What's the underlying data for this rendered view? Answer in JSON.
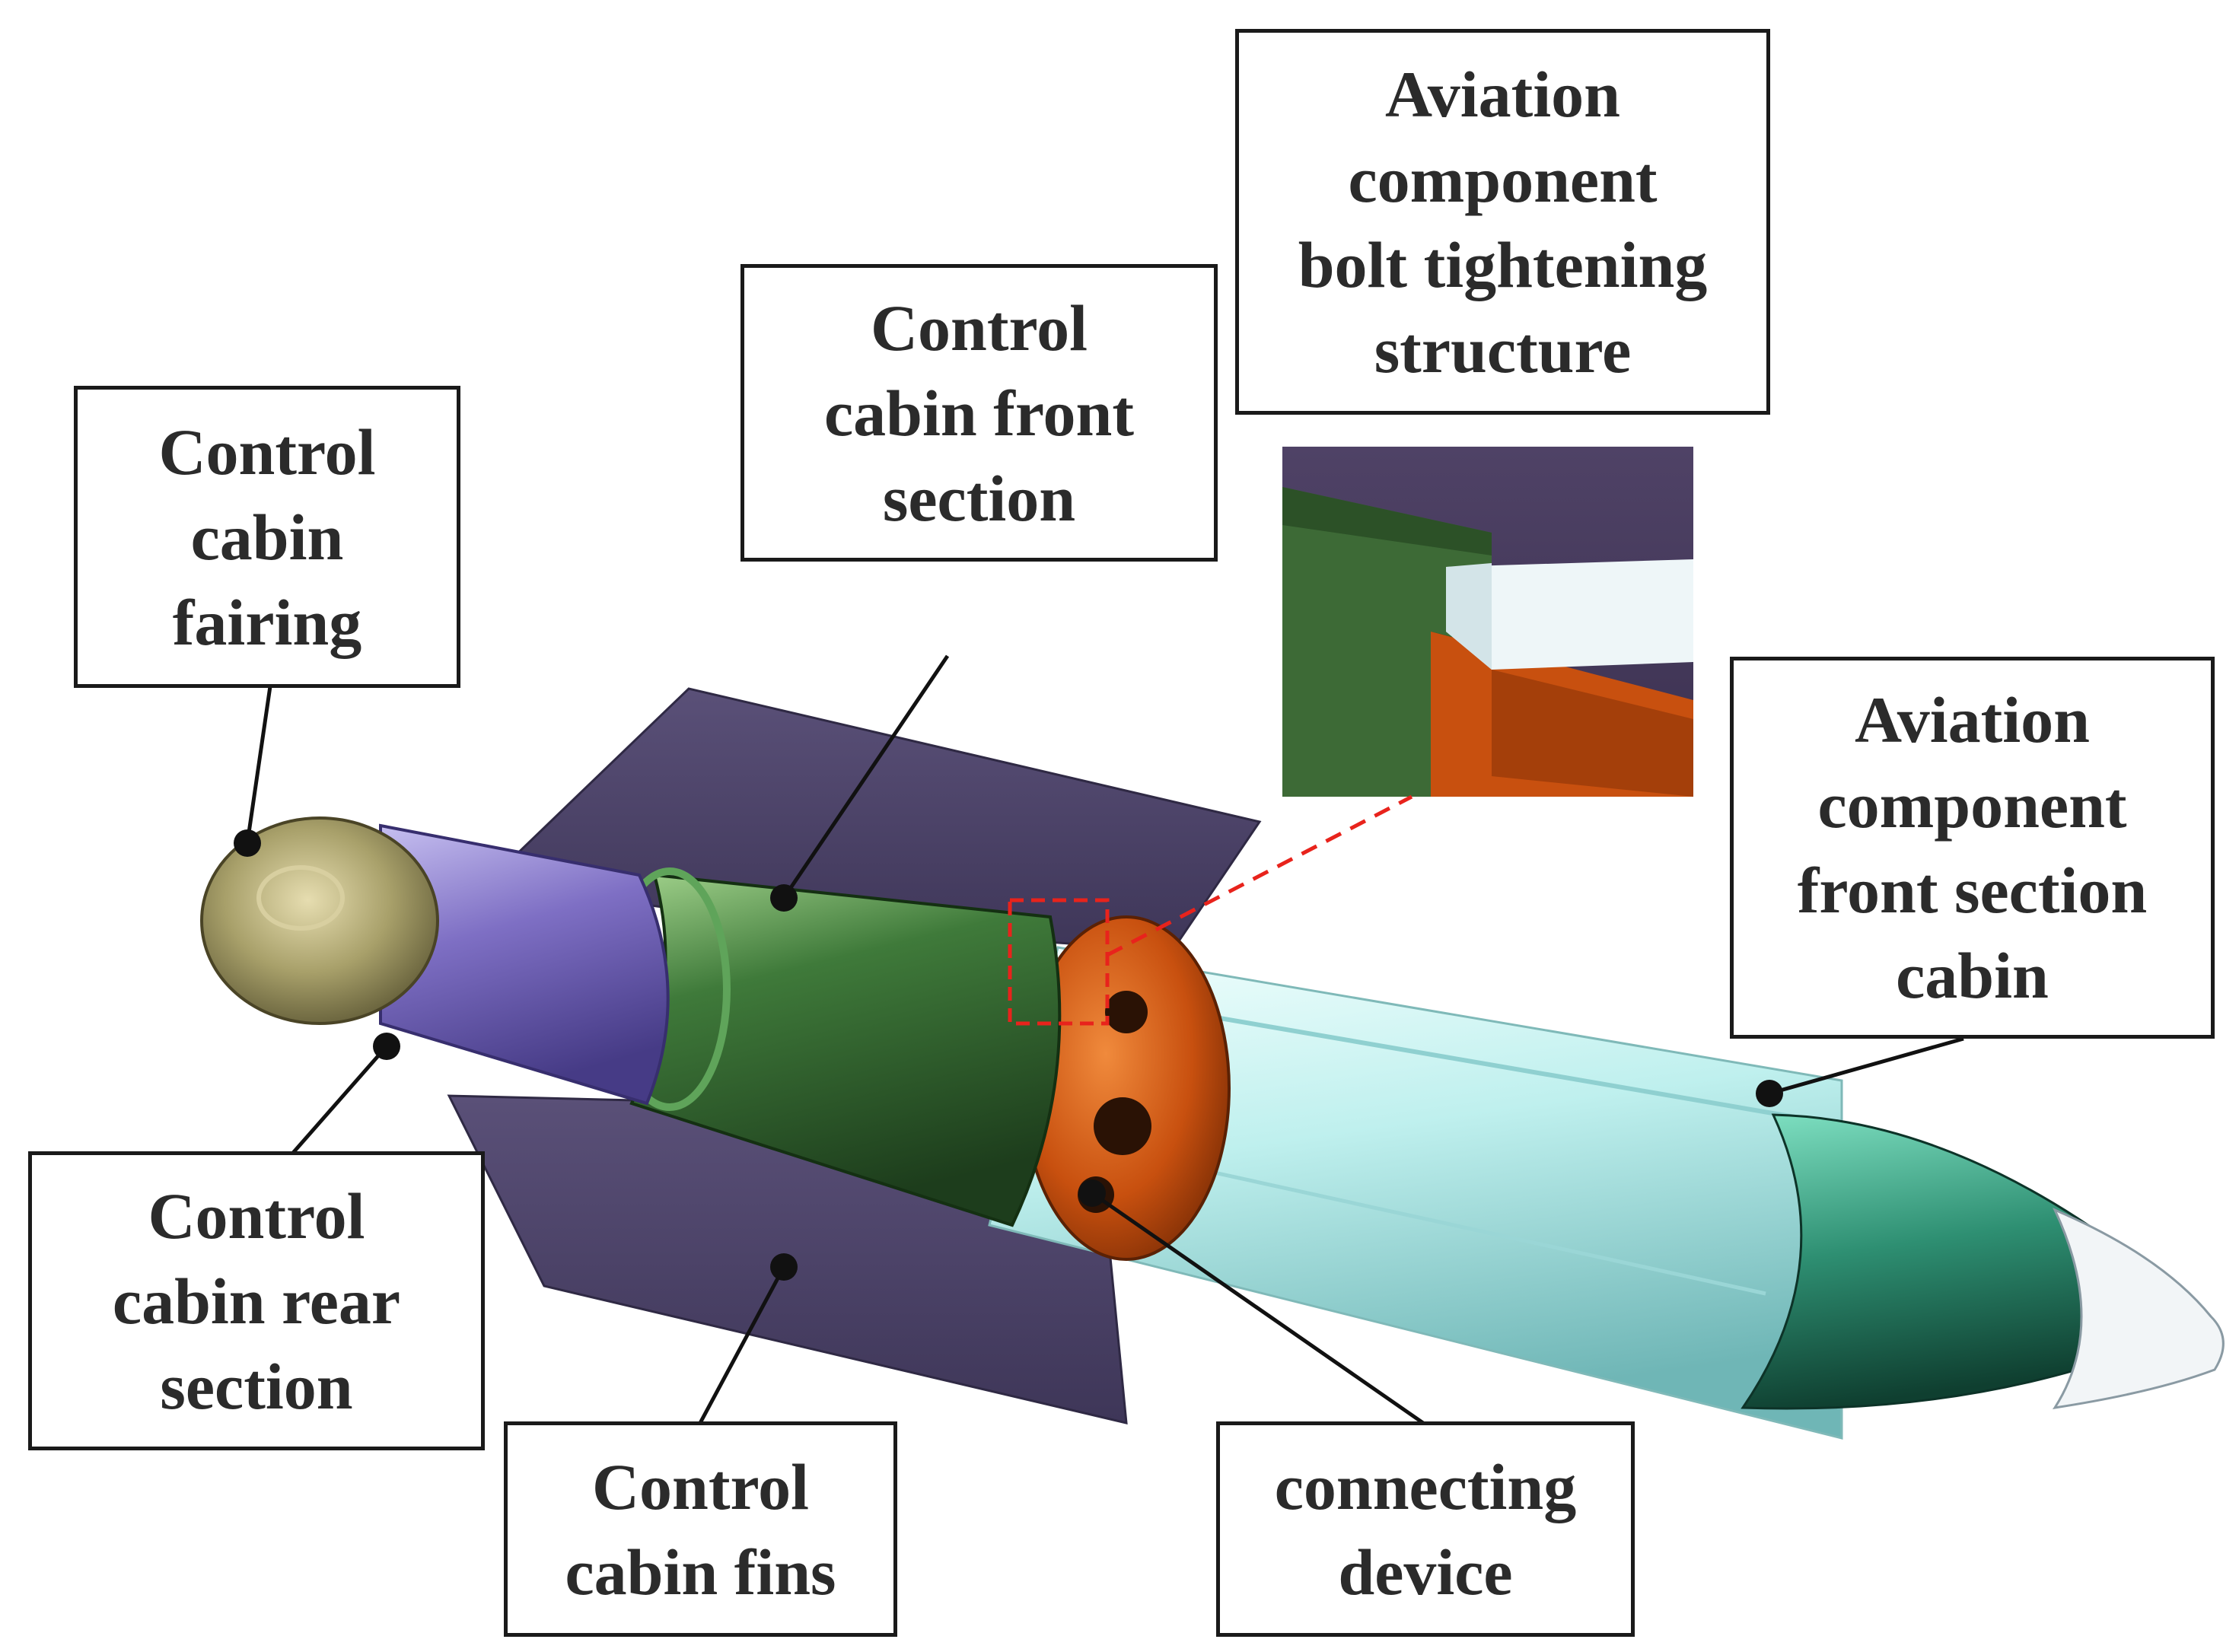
{
  "labels": {
    "fairing": "Control\ncabin\nfairing",
    "front_section": "Control\ncabin front\nsection",
    "bolt_structure": "Aviation\ncomponent\nbolt tightening\nstructure",
    "front_cabin": "Aviation\ncomponent\nfront section\ncabin",
    "rear_section": "Control\ncabin rear\nsection",
    "fins": "Control\ncabin fins",
    "connecting_device": "connecting\ndevice"
  },
  "colors": {
    "fairing": "#a8a06a",
    "rear_section": "#7e6fc4",
    "front_section": "#3f7a3a",
    "connecting_device": "#c8500f",
    "front_cabin": "#bff0ee",
    "nose_band": "#2e8f72",
    "fins": "#4a4163",
    "highlight": "#e8231c",
    "leader": "#111111"
  }
}
